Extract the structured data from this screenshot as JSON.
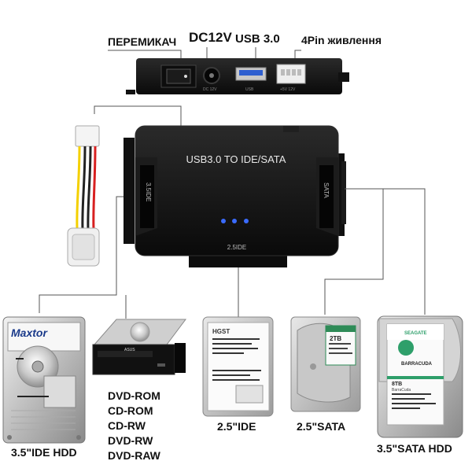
{
  "top_labels": {
    "switch": "ПЕРЕМИКАЧ",
    "dc": "DC12V",
    "usb": "USB 3.0",
    "power": "4Pin живлення"
  },
  "side_panel": {
    "dc_small": "DC 12V",
    "usb_small": "USB",
    "power_small": "+5V 12V"
  },
  "adapter": {
    "title": "USB3.0 TO IDE/SATA",
    "left_port": "3.5IDE",
    "right_port": "SATA",
    "bottom_port": "2.5IDE",
    "led_color": "#3a6bff"
  },
  "devices": {
    "hdd35_brand": "Maxtor",
    "optical_brand": "ASUS",
    "optical_list": [
      "DVD-ROM",
      "CD-ROM",
      "CD-RW",
      "DVD-RW",
      "DVD-RAW"
    ],
    "hdd25_ide_brand": "HGST",
    "sata25_capacity": "2TB",
    "sata35_brand": "SEAGATE",
    "sata35_model": "BARRACUDA",
    "sata35_capacity": "8TB",
    "sata35_sub": "BarraCuda"
  },
  "captions": {
    "ide35": "3.5\"IDE HDD",
    "ide25": "2.5\"IDE",
    "sata25": "2.5\"SATA",
    "sata35": "3.5\"SATA HDD"
  }
}
